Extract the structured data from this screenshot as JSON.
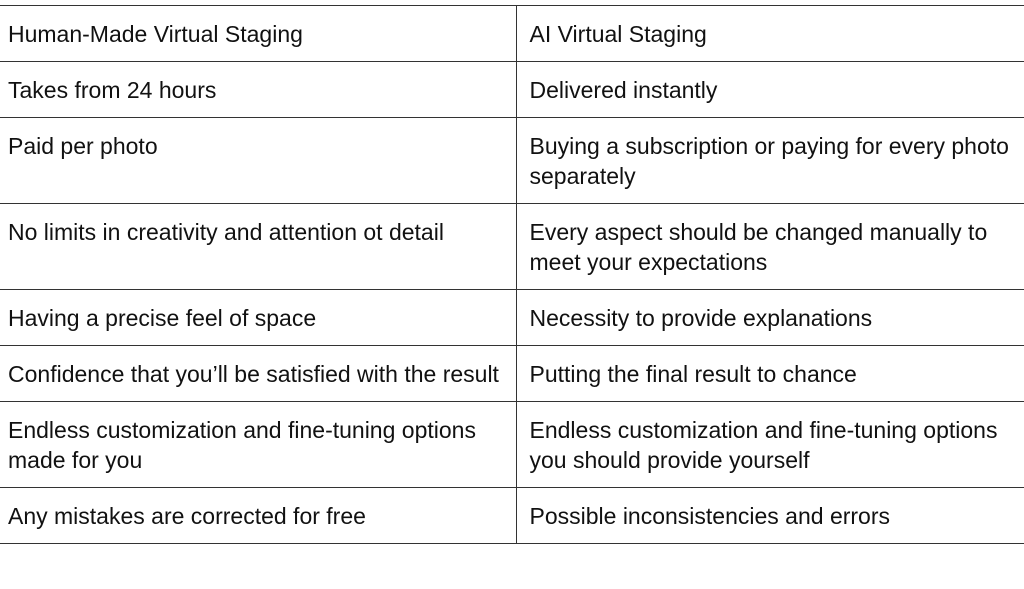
{
  "table": {
    "headers": [
      "Human-Made Virtual Staging",
      "AI Virtual Staging"
    ],
    "rows": [
      [
        "Takes from 24 hours",
        "Delivered instantly"
      ],
      [
        "Paid per photo",
        "Buying a subscription or paying for every photo separately"
      ],
      [
        "No limits in creativity and attention ot detail",
        "Every aspect should be changed manually to meet your expectations"
      ],
      [
        "Having a precise feel of space",
        "Necessity to provide explanations"
      ],
      [
        "Confidence that you’ll be satisfied with the result",
        "Putting the final result to chance"
      ],
      [
        "Endless customization and fine-tuning options made for you",
        "Endless customization and fine-tuning options you should provide yourself"
      ],
      [
        "Any mistakes are corrected for free",
        "Possible inconsistencies and errors"
      ]
    ]
  }
}
